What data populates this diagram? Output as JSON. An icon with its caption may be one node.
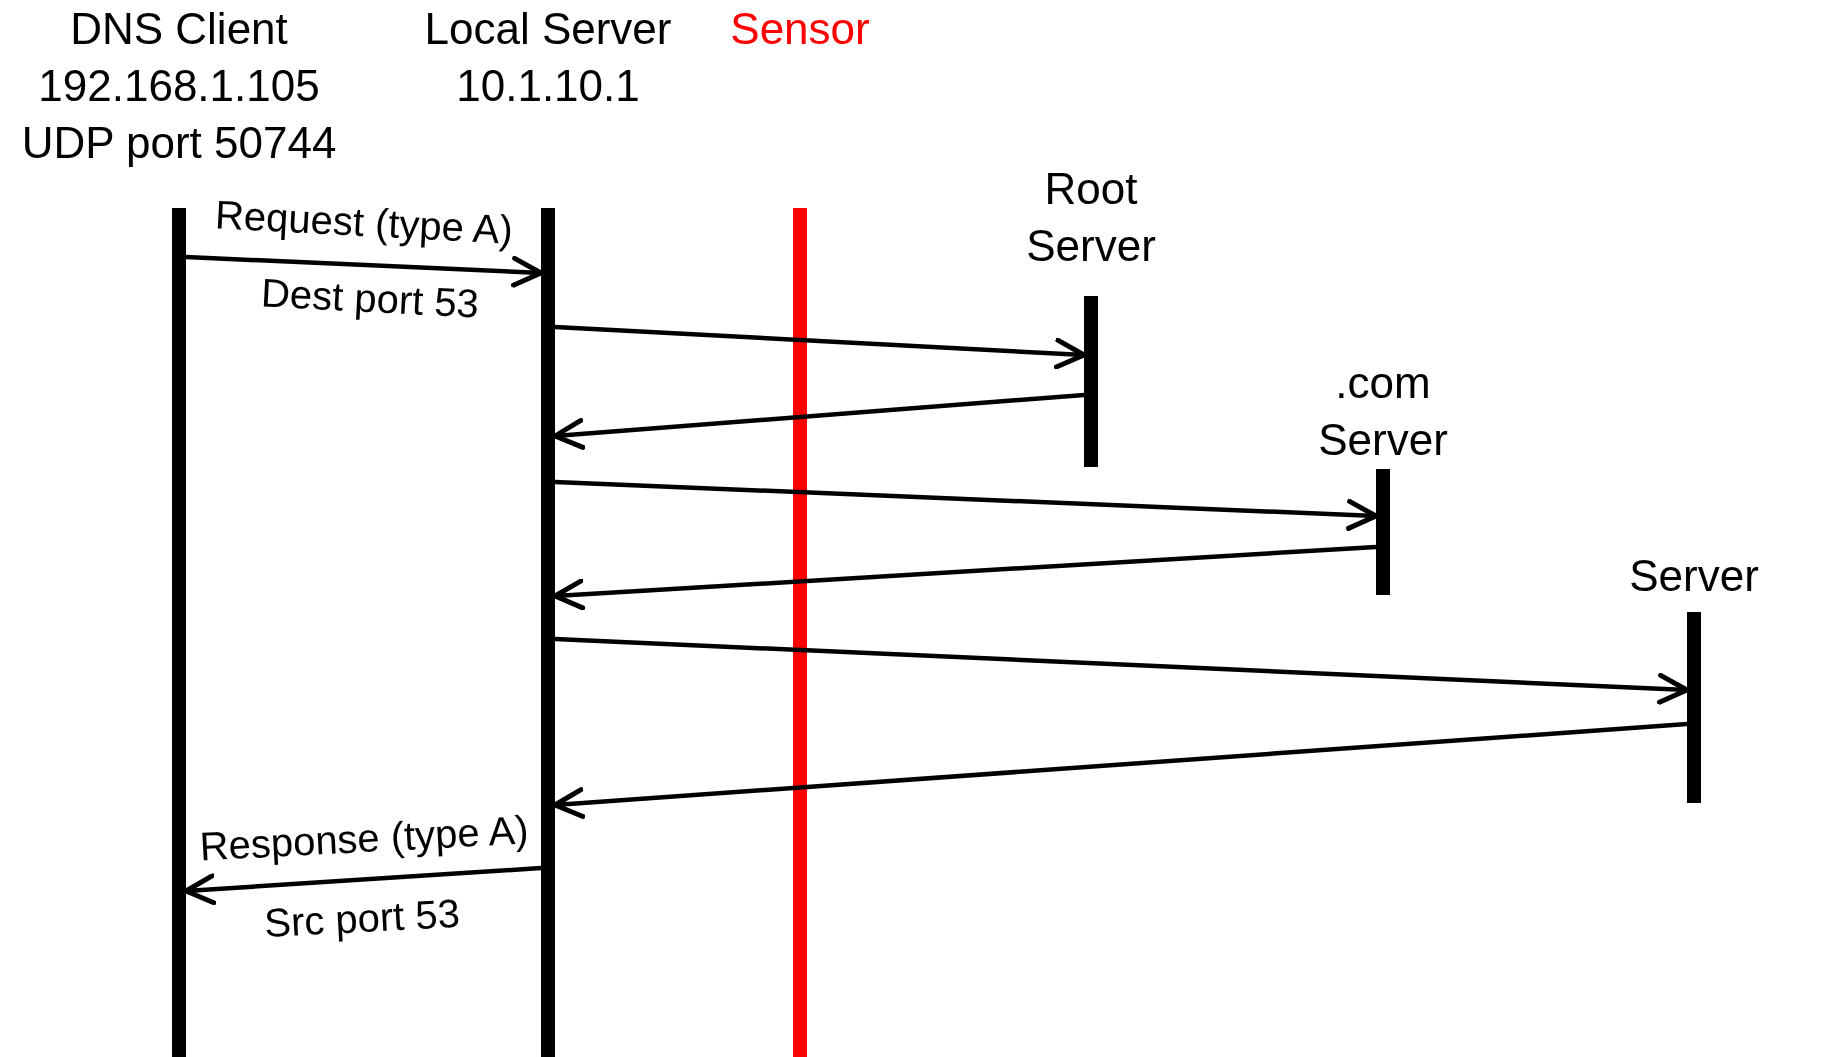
{
  "diagram": {
    "nodes": [
      {
        "text": [
          "DNS Client 192.168.1.105 UDP port 50744"
        ]
      },
      {
        "text": [
          "Local Server 10.1.10.1"
        ]
      },
      {
        "text": [
          "Sensor"
        ]
      },
      {
        "text": [
          "Root Server"
        ]
      },
      {
        "text": [
          ".com Server"
        ]
      },
      {
        "text": [
          "Server"
        ]
      }
    ],
    "edges": [
      {
        "from": 0,
        "to": 1,
        "arrow": "to",
        "label": "Request (type A)"
      },
      {
        "from": 1,
        "to": 3,
        "arrow": "to"
      },
      {
        "from": 3,
        "to": 1,
        "arrow": "to"
      },
      {
        "from": 1,
        "to": 4,
        "arrow": "to"
      },
      {
        "from": 4,
        "to": 1,
        "arrow": "to"
      },
      {
        "from": 1,
        "to": 5,
        "arrow": "to"
      },
      {
        "from": 5,
        "to": 1,
        "arrow": "to"
      },
      {
        "from": 1,
        "to": 0,
        "arrow": "to",
        "label": "Response (type A)"
      }
    ],
    "labels": [
      "Dest port 53",
      "Src port 53"
    ]
  }
}
